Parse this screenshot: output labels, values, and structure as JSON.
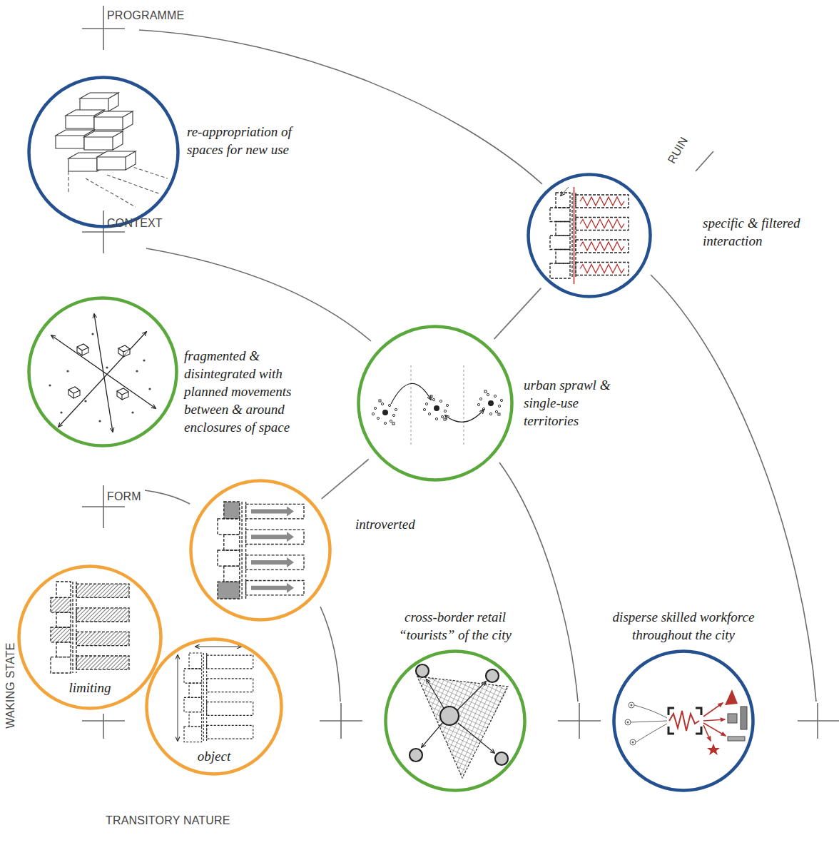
{
  "diagram": {
    "nodes": [
      {
        "text": [
          "re-appropriation of spaces for new use"
        ]
      },
      {
        "text": [
          "specific & filtered interaction"
        ]
      },
      {
        "text": [
          "fragmented & disintegrated with planned movements between & around enclosures of space"
        ]
      },
      {
        "text": [
          "urban sprawl & single-use territories"
        ]
      },
      {
        "text": [
          "introverted"
        ]
      },
      {
        "text": [
          "limiting"
        ]
      },
      {
        "text": [
          "object"
        ]
      },
      {
        "text": [
          "cross-border retail “tourists” of the city"
        ]
      },
      {
        "text": [
          "disperse skilled workforce throughout the city"
        ]
      }
    ],
    "edges": [
      {
        "from": 3,
        "to": 1,
        "arrow": "none"
      },
      {
        "from": 4,
        "to": 3,
        "arrow": "none"
      }
    ],
    "labels": [
      "PROGRAMME",
      "CONTEXT",
      "FORM",
      "RUIN",
      "WAKING STATE",
      "TRANSITORY NATURE"
    ]
  }
}
